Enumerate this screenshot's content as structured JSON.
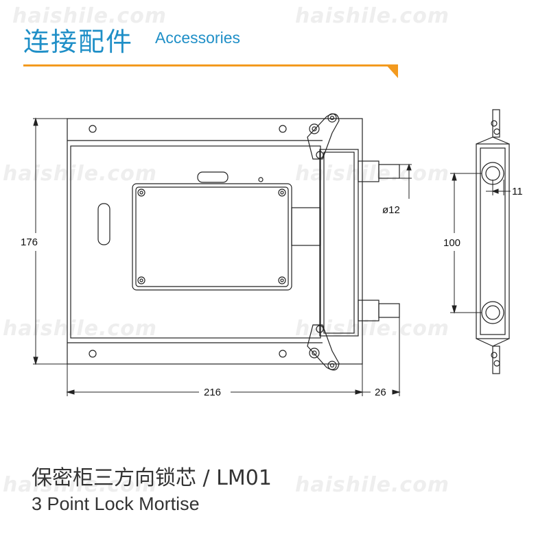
{
  "header": {
    "title_cn": "连接配件",
    "title_en": "Accessories"
  },
  "watermark": "haishile.com",
  "drawing": {
    "dimensions": {
      "height": "176",
      "width": "216",
      "depth": "26",
      "pin_diameter": "ø12",
      "pin_spacing": "100",
      "pin_offset": "11"
    }
  },
  "product": {
    "name_cn": "保密柜三方向锁芯 / LM01",
    "name_en": "3 Point Lock Mortise"
  },
  "colors": {
    "accent_blue": "#1f8fc7",
    "accent_orange": "#f39a1e"
  }
}
